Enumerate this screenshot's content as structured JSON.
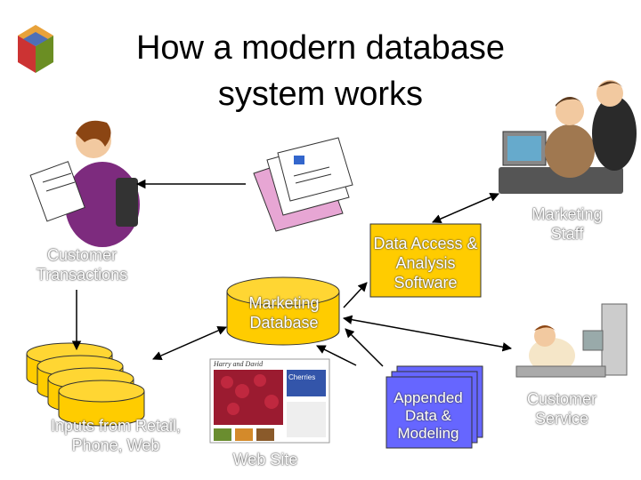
{
  "title": "How a modern database system works",
  "nodes": {
    "customer_transactions": "Customer Transactions",
    "marketing_database": "Marketing Database",
    "data_access": "Data Access & Analysis Software",
    "marketing_staff": "Marketing Staff",
    "inputs": "Inputs from Retail, Phone, Web",
    "web_site": "Web Site",
    "appended": "Appended Data & Modeling",
    "customer_service": "Customer Service"
  },
  "web_site_thumb": {
    "brand": "Harry and David",
    "feature": "Cherries"
  },
  "colors": {
    "database_fill": "#ffcc00",
    "cylinder_fill": "#ffcc00",
    "appended_fill": "#6666ff",
    "arrow": "#000000"
  }
}
